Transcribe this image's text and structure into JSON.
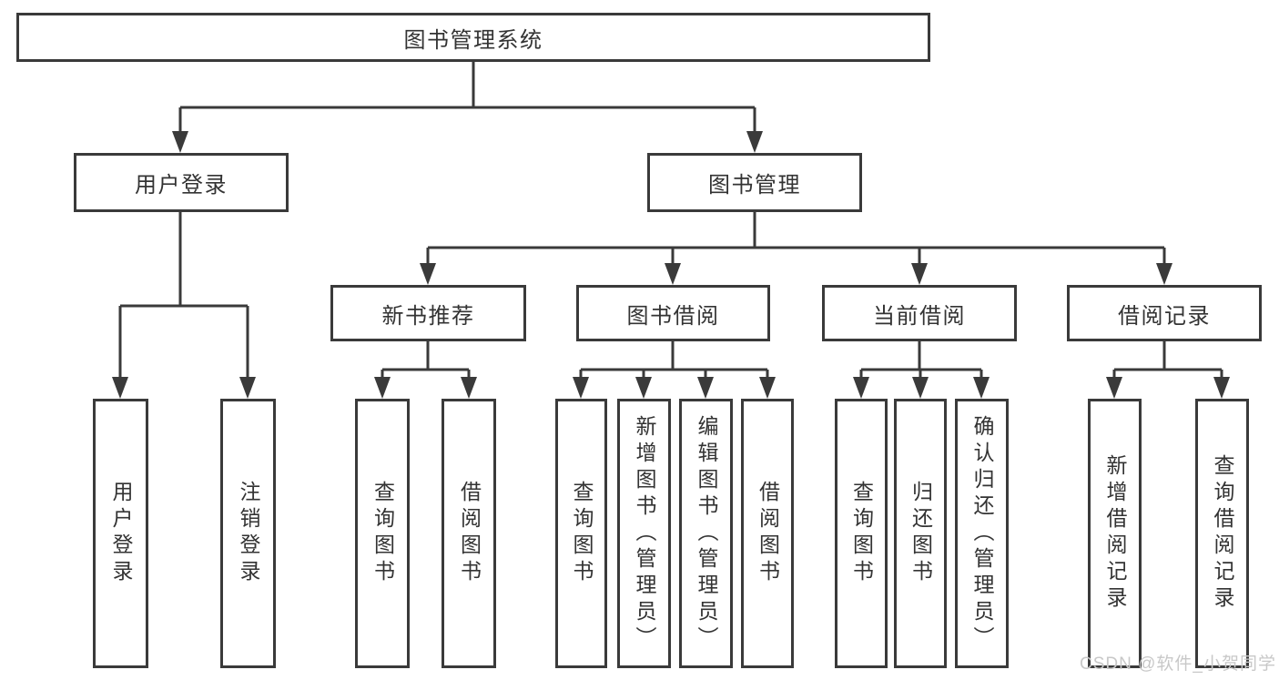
{
  "diagram_title": "图书管理系统",
  "tree": {
    "label": "图书管理系统",
    "children": [
      {
        "label": "用户登录",
        "children": [
          {
            "label": "用户登录"
          },
          {
            "label": "注销登录"
          }
        ]
      },
      {
        "label": "图书管理",
        "children": [
          {
            "label": "新书推荐",
            "children": [
              {
                "label": "查询图书"
              },
              {
                "label": "借阅图书"
              }
            ]
          },
          {
            "label": "图书借阅",
            "children": [
              {
                "label": "查询图书"
              },
              {
                "label": "新增图书（管理员）"
              },
              {
                "label": "编辑图书（管理员）"
              },
              {
                "label": "借阅图书"
              }
            ]
          },
          {
            "label": "当前借阅",
            "children": [
              {
                "label": "查询图书"
              },
              {
                "label": "归还图书"
              },
              {
                "label": "确认归还（管理员）"
              }
            ]
          },
          {
            "label": "借阅记录",
            "children": [
              {
                "label": "新增借阅记录"
              },
              {
                "label": "查询借阅记录"
              }
            ]
          }
        ]
      }
    ]
  },
  "watermark": "CSDN @软件_小贺同学",
  "colors": {
    "line": "#3a3a3a",
    "text": "#333333",
    "watermark": "#c8c8c8",
    "background": "#ffffff",
    "box_fill": "#ffffff"
  }
}
